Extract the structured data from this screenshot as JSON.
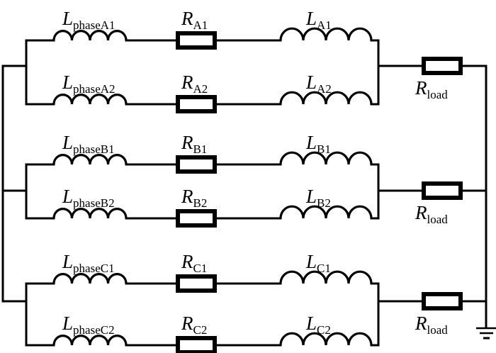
{
  "diagram": {
    "type": "circuit",
    "description": "Three-phase paralleled winding equivalent circuit with load resistors and ground",
    "colors": {
      "line": "#000000",
      "background": "#ffffff"
    },
    "phases": [
      {
        "name": "A",
        "branches": [
          {
            "phase_inductor": {
              "main": "L",
              "sub": "phaseA1"
            },
            "resistor": {
              "main": "R",
              "sub": "A1"
            },
            "inductor": {
              "main": "L",
              "sub": "A1"
            }
          },
          {
            "phase_inductor": {
              "main": "L",
              "sub": "phaseA2"
            },
            "resistor": {
              "main": "R",
              "sub": "A2"
            },
            "inductor": {
              "main": "L",
              "sub": "A2"
            }
          }
        ],
        "load": {
          "main": "R",
          "sub": "load"
        }
      },
      {
        "name": "B",
        "branches": [
          {
            "phase_inductor": {
              "main": "L",
              "sub": "phaseB1"
            },
            "resistor": {
              "main": "R",
              "sub": "B1"
            },
            "inductor": {
              "main": "L",
              "sub": "B1"
            }
          },
          {
            "phase_inductor": {
              "main": "L",
              "sub": "phaseB2"
            },
            "resistor": {
              "main": "R",
              "sub": "B2"
            },
            "inductor": {
              "main": "L",
              "sub": "B2"
            }
          }
        ],
        "load": {
          "main": "R",
          "sub": "load"
        }
      },
      {
        "name": "C",
        "branches": [
          {
            "phase_inductor": {
              "main": "L",
              "sub": "phaseC1"
            },
            "resistor": {
              "main": "R",
              "sub": "C1"
            },
            "inductor": {
              "main": "L",
              "sub": "C1"
            }
          },
          {
            "phase_inductor": {
              "main": "L",
              "sub": "phaseC2"
            },
            "resistor": {
              "main": "R",
              "sub": "C2"
            },
            "inductor": {
              "main": "L",
              "sub": "C2"
            }
          }
        ],
        "load": {
          "main": "R",
          "sub": "load"
        }
      }
    ],
    "ground": {
      "icon": "ground-icon"
    }
  }
}
